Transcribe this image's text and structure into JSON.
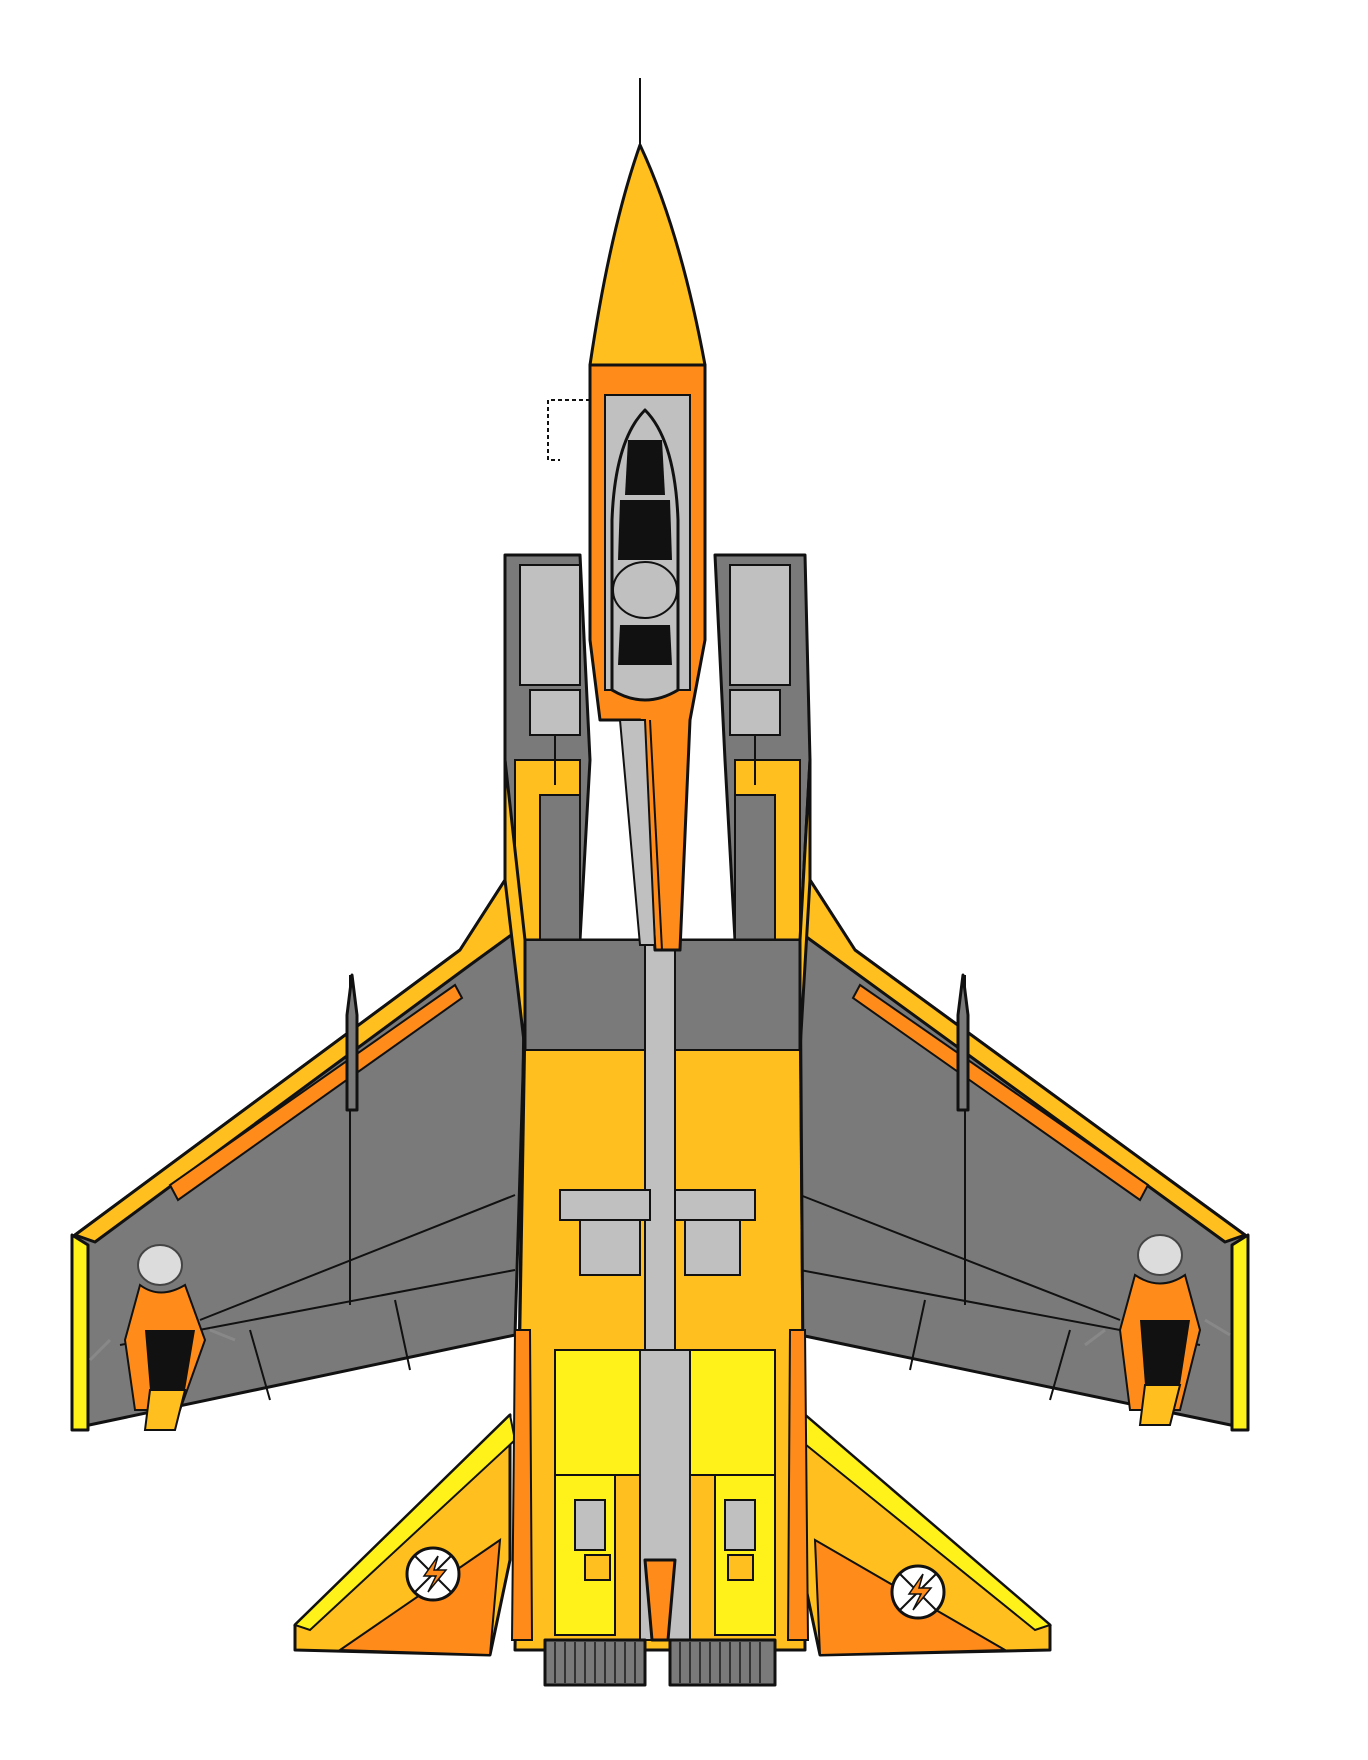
{
  "image": {
    "subject": "aircraft-top-view",
    "colors": {
      "yellow_orange": "#ffbf1f",
      "orange": "#ff8c1a",
      "yellow": "#fff21a",
      "gray": "#7a7a7a",
      "light_gray": "#c0c0c0",
      "outline": "#111111",
      "background": "#ffffff"
    },
    "emblems": [
      "lightning-bolt-roundel-icon",
      "lightning-bolt-roundel-icon"
    ],
    "wing_art": [
      "pinup-figure-art",
      "pinup-figure-art"
    ]
  }
}
